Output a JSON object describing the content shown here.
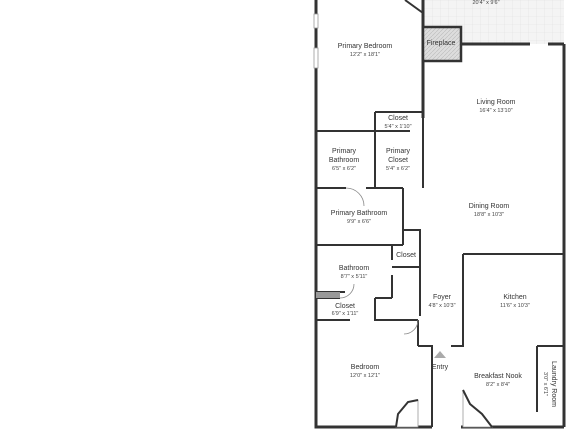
{
  "rooms": {
    "patio": {
      "dims": "20'4\" x 9'6\""
    },
    "primary_bedroom": {
      "name": "Primary Bedroom",
      "dims": "12'2\" x 18'1\""
    },
    "fireplace": {
      "name": "Fireplace"
    },
    "living_room": {
      "name": "Living Room",
      "dims": "16'4\" x 13'10\""
    },
    "closet_top": {
      "name": "Closet",
      "dims": "5'4\" x 1'10\""
    },
    "primary_bathroom_small": {
      "name_l1": "Primary",
      "name_l2": "Bathroom",
      "dims": "6'5\" x 6'2\""
    },
    "primary_closet": {
      "name_l1": "Primary",
      "name_l2": "Closet",
      "dims": "5'4\" x 6'2\""
    },
    "dining_room": {
      "name": "Dining Room",
      "dims": "18'8\" x 10'3\""
    },
    "primary_bathroom": {
      "name": "Primary Bathroom",
      "dims": "9'9\" x 6'6\""
    },
    "closet_hall": {
      "name": "Closet"
    },
    "bathroom": {
      "name": "Bathroom",
      "dims": "8'7\" x 5'11\""
    },
    "foyer": {
      "name": "Foyer",
      "dims": "4'8\" x 10'3\""
    },
    "kitchen": {
      "name": "Kitchen",
      "dims": "11'6\" x 10'3\""
    },
    "closet_bottom": {
      "name": "Closet",
      "dims": "6'9\" x 1'11\""
    },
    "bedroom": {
      "name": "Bedroom",
      "dims": "12'0\" x 12'1\""
    },
    "entry": {
      "name": "Entry"
    },
    "breakfast_nook": {
      "name": "Breakfast Nook",
      "dims": "8'2\" x 8'4\""
    },
    "laundry_room": {
      "name": "Laundry Room",
      "dims": "3'0\" x 6'1\""
    }
  },
  "colors": {
    "wall": "#333333",
    "patio": "#f2f2f2",
    "fireplace": "#dddddd",
    "background": "#ffffff"
  }
}
